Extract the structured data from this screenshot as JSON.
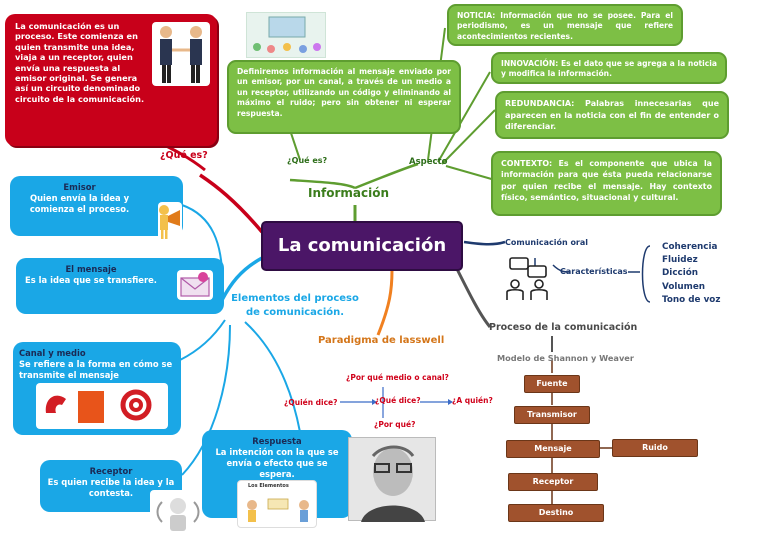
{
  "center": {
    "title": "La comunicación"
  },
  "que_es": {
    "label": "¿Qué es?",
    "text": "La comunicación es un proceso. Este comienza en quien transmite una idea, viaja a un receptor, quien envía una respuesta al emisor original. Se genera así un circuito denominado circuito de la comunicación."
  },
  "informacion": {
    "label": "Información",
    "que_es_label": "¿Qué es?",
    "aspecto_label": "Aspecto",
    "text": "Definiremos información al mensaje enviado por un emisor, por un canal, a través de un medio a un receptor, utilizando un código y eliminando al máximo el ruido; pero sin obtener ni esperar respuesta.",
    "aspects": [
      {
        "title": "NOTICIA:",
        "text": " Información que no se posee. Para el periodismo, es un mensaje que refiere acontecimientos recientes."
      },
      {
        "title": "INNOVACIÓN:",
        "text": " Es el dato que se agrega a la noticia y modifica la información."
      },
      {
        "title": "REDUNDANCIA:",
        "text": " Palabras innecesarias que aparecen en la noticia con el fin de entender o diferenciar."
      },
      {
        "title": "CONTEXTO:",
        "text": " Es el componente que ubica la información para que ésta pueda relacionarse por quien recibe el mensaje. Hay contexto físico, semántico, situacional y cultural."
      }
    ]
  },
  "elementos": {
    "label": "Elementos del proceso de comunicación.",
    "items": [
      {
        "title": "Emisor",
        "text": "Quien envía la idea y comienza el proceso."
      },
      {
        "title": "El mensaje",
        "text": "Es la idea que se transfiere."
      },
      {
        "title": "Canal y medio",
        "text": "Se refiere a la forma en cómo se transmite el mensaje"
      },
      {
        "title": "Receptor",
        "text": "Es quien recibe la idea y la contesta."
      },
      {
        "title": "Respuesta",
        "text": "La intención con la que se envía o efecto que se espera."
      }
    ]
  },
  "comunicacion_oral": {
    "label": "Comunicación oral",
    "caracteristicas_label": "Características",
    "items": [
      "Coherencia",
      "Fluidez",
      "Dicción",
      "Volumen",
      "Tono de voz"
    ]
  },
  "lasswell": {
    "label": "Paradigma de lasswell",
    "q_who": "¿Quién dice?",
    "q_what": "¿Qué dice?",
    "q_channel": "¿Por qué medio o canal?",
    "q_whom": "¿A quién?",
    "q_why": "¿Por qué?"
  },
  "proceso": {
    "label": "Proceso de la comunicación",
    "model": "Modelo de Shannon y Weaver",
    "steps": [
      "Fuente",
      "Transmisor",
      "Mensaje",
      "Receptor",
      "Destino"
    ],
    "noise": "Ruido"
  },
  "image_caption": "Los Elementos",
  "colors": {
    "red": "#c8001a",
    "green": "#7dbf45",
    "blue": "#1aa7e6",
    "center": "#4b1667",
    "flow": "#a0522d"
  }
}
